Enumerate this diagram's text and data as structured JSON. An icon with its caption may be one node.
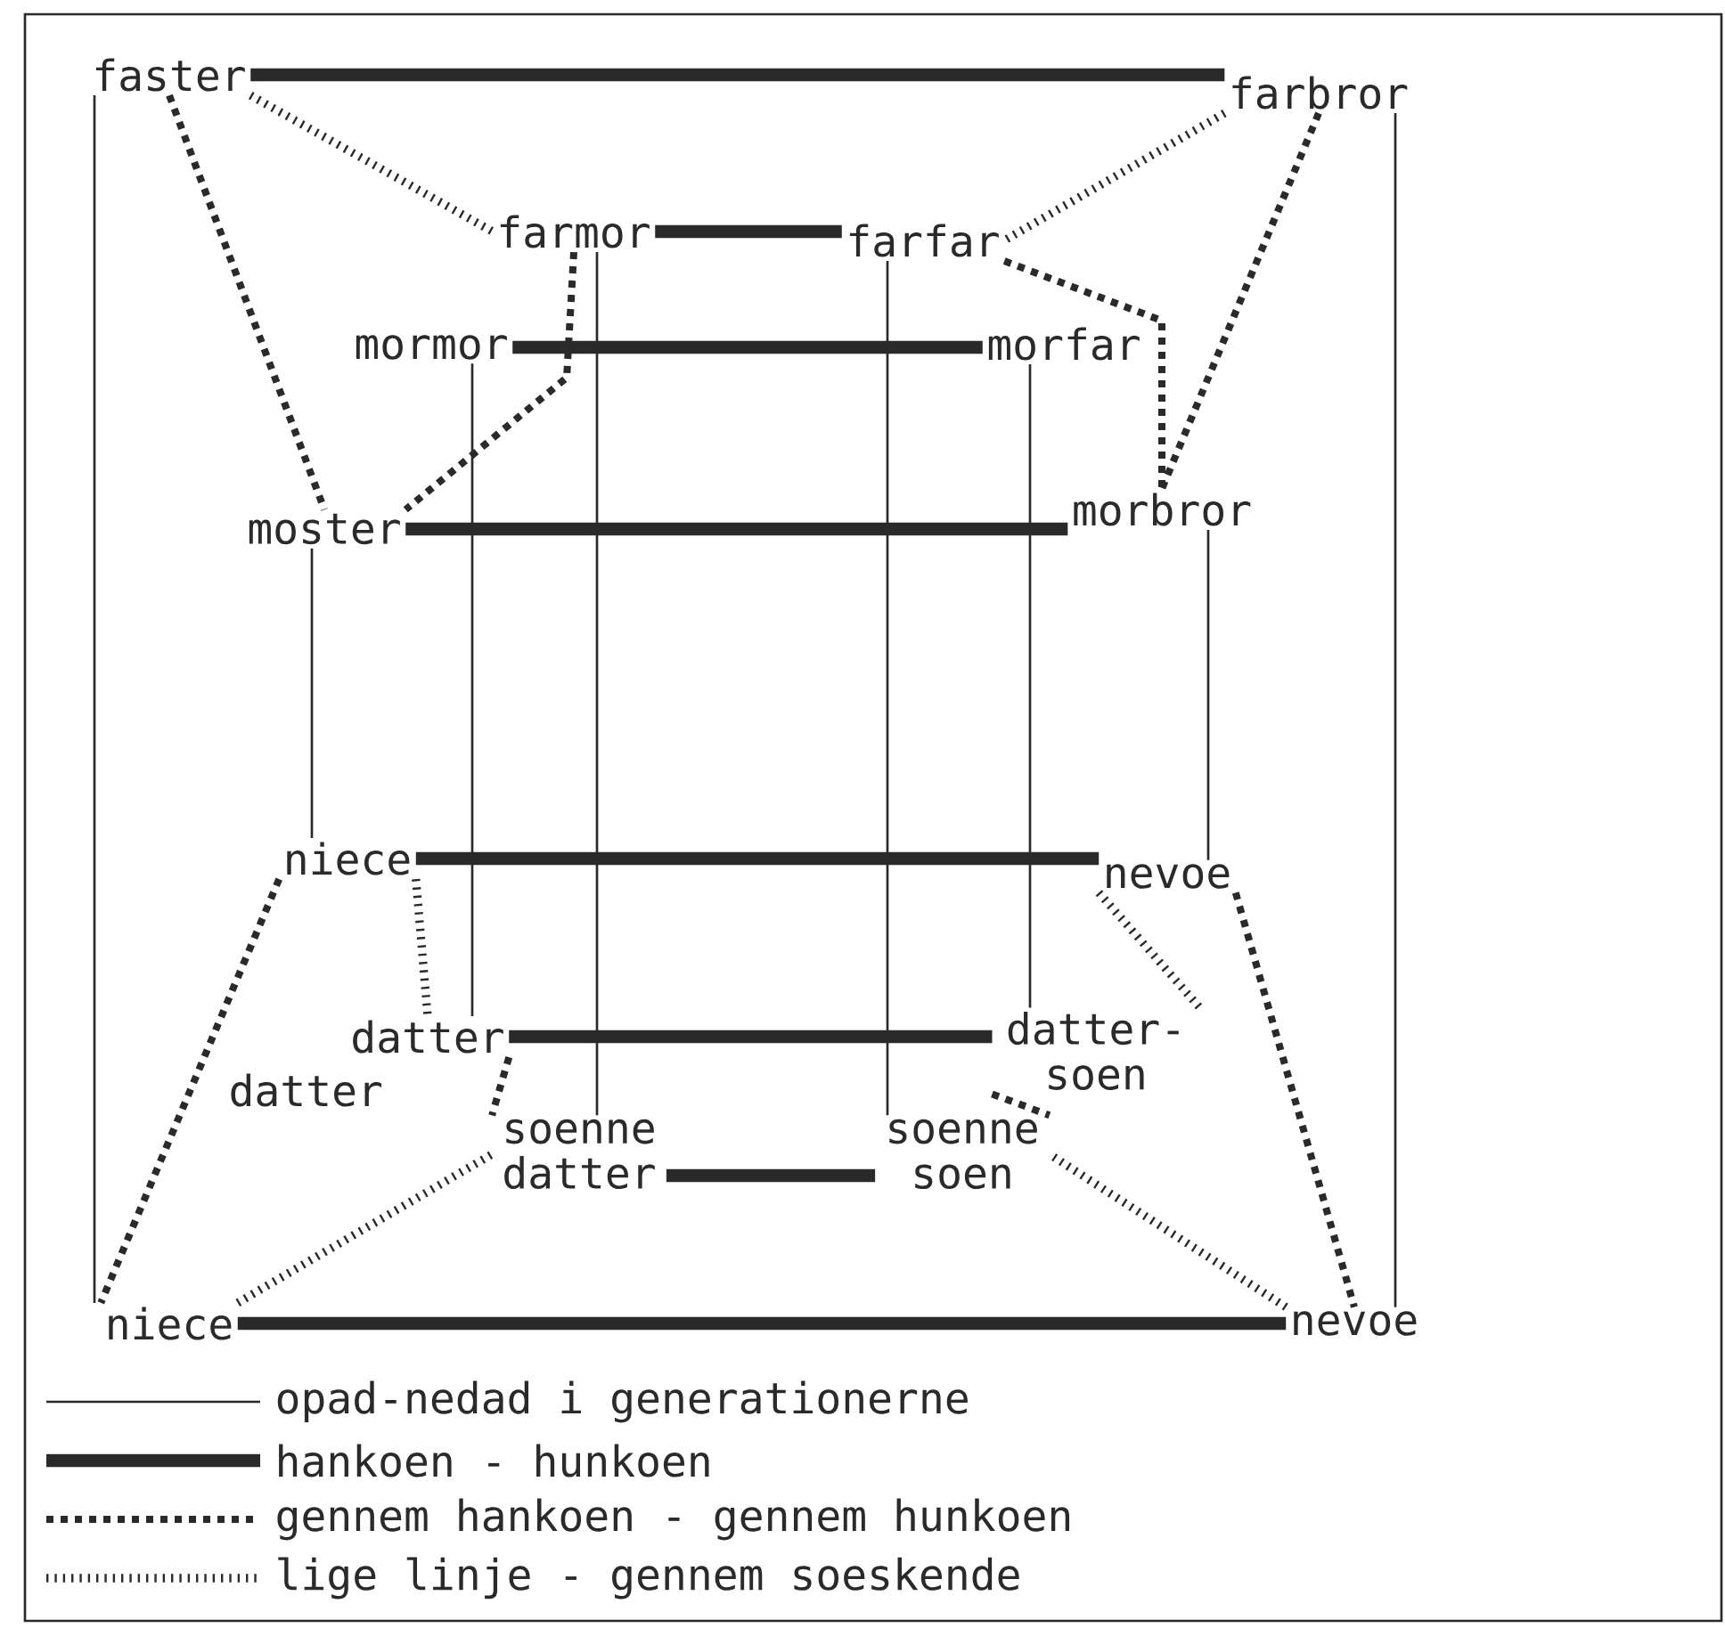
{
  "diagram": {
    "nodes": [
      {
        "text": [
          "faster"
        ]
      },
      {
        "text": [
          "farbror"
        ]
      },
      {
        "text": [
          "farmor"
        ]
      },
      {
        "text": [
          "farfar"
        ]
      },
      {
        "text": [
          "mormor"
        ]
      },
      {
        "text": [
          "morfar"
        ]
      },
      {
        "text": [
          "moster"
        ]
      },
      {
        "text": [
          "morbror"
        ]
      },
      {
        "text": [
          "niece"
        ]
      },
      {
        "text": [
          "nevoe"
        ]
      },
      {
        "text": [
          "datter"
        ]
      },
      {
        "text": [
          "datter- soen"
        ]
      },
      {
        "text": [
          "soenne datter"
        ]
      },
      {
        "text": [
          "soenne soen"
        ]
      },
      {
        "text": [
          "niece"
        ]
      },
      {
        "text": [
          "nevoe"
        ]
      }
    ],
    "edges": [
      {
        "from": 0,
        "to": 1,
        "arrow": "none",
        "style": "thick"
      },
      {
        "from": 2,
        "to": 3,
        "arrow": "none",
        "style": "thick"
      },
      {
        "from": 4,
        "to": 5,
        "arrow": "none",
        "style": "thick"
      },
      {
        "from": 6,
        "to": 7,
        "arrow": "none",
        "style": "thick"
      },
      {
        "from": 8,
        "to": 9,
        "arrow": "none",
        "style": "thick"
      },
      {
        "from": 10,
        "to": 11,
        "arrow": "none",
        "style": "thick"
      },
      {
        "from": 12,
        "to": 13,
        "arrow": "none",
        "style": "thick"
      },
      {
        "from": 14,
        "to": 15,
        "arrow": "none",
        "style": "thick"
      },
      {
        "from": 0,
        "to": 14,
        "arrow": "none"
      },
      {
        "from": 1,
        "to": 15,
        "arrow": "none"
      },
      {
        "from": 2,
        "to": 12,
        "arrow": "none"
      },
      {
        "from": 3,
        "to": 13,
        "arrow": "none"
      },
      {
        "from": 4,
        "to": 10,
        "arrow": "none"
      },
      {
        "from": 5,
        "to": 11,
        "arrow": "none"
      },
      {
        "from": 6,
        "to": 8,
        "arrow": "none"
      },
      {
        "from": 7,
        "to": 9,
        "arrow": "none"
      },
      {
        "from": 0,
        "to": 2,
        "arrow": "none",
        "style": "dashed"
      },
      {
        "from": 1,
        "to": 3,
        "arrow": "none",
        "style": "dashed"
      },
      {
        "from": 0,
        "to": 6,
        "arrow": "none",
        "style": "dashed"
      },
      {
        "from": 1,
        "to": 7,
        "arrow": "none",
        "style": "dashed"
      },
      {
        "from": 2,
        "to": 6,
        "arrow": "none",
        "style": "dashed"
      },
      {
        "from": 3,
        "to": 7,
        "arrow": "none",
        "style": "dashed"
      },
      {
        "from": 8,
        "to": 10,
        "arrow": "none",
        "style": "dashed"
      },
      {
        "from": 9,
        "to": 11,
        "arrow": "none",
        "style": "dashed"
      },
      {
        "from": 8,
        "to": 14,
        "arrow": "none",
        "style": "dashed",
        "label": "datter"
      },
      {
        "from": 9,
        "to": 15,
        "arrow": "none",
        "style": "dashed"
      },
      {
        "from": 10,
        "to": 12,
        "arrow": "none",
        "style": "dashed"
      },
      {
        "from": 11,
        "to": 13,
        "arrow": "none",
        "style": "dashed"
      },
      {
        "from": 14,
        "to": 12,
        "arrow": "none",
        "style": "dashed"
      },
      {
        "from": 15,
        "to": 13,
        "arrow": "none",
        "style": "dashed"
      }
    ],
    "legend": [
      {
        "text": "opad-nedad i generationerne"
      },
      {
        "text": "hankoen - hunkoen"
      },
      {
        "text": "gennem hankoen - gennem hunkoen"
      },
      {
        "text": "lige linje - gennem soeskende"
      }
    ]
  }
}
